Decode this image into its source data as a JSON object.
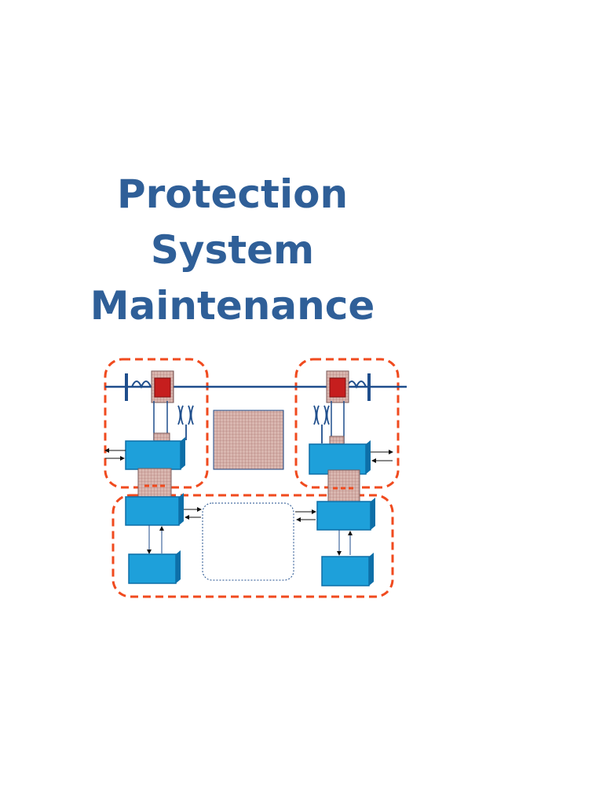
{
  "title": {
    "line1": "Protection",
    "line2": "System",
    "line3": "Maintenance"
  },
  "colors": {
    "title": "#2f5f98",
    "dashed_zone": "#f04a1e",
    "line": "#1f4e8c",
    "box_fill": "#1ea0da",
    "box_edge": "#0d6fa8",
    "breaker": "#c61e1e",
    "hatch_fill": "#d8b3ad"
  },
  "icons": {
    "breaker": "circuit-breaker-icon",
    "ct": "current-transformer-icon",
    "vt": "voltage-transformer-icon"
  }
}
